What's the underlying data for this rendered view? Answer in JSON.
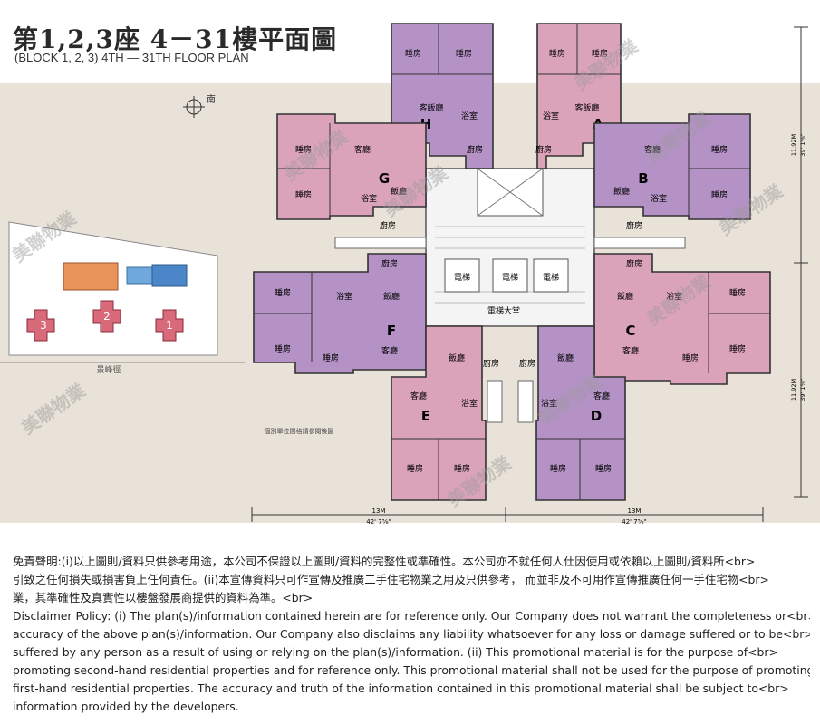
{
  "header": {
    "title": "第1,2,3座 4－31樓平面圖",
    "subtitle": "(BLOCK 1, 2, 3) 4TH — 31TH FLOOR PLAN"
  },
  "site": {
    "north_label": "南",
    "road_label": "景峰徑",
    "block_numbers": [
      "3",
      "2",
      "1"
    ]
  },
  "units": {
    "A": "A",
    "B": "B",
    "C": "C",
    "D": "D",
    "E": "E",
    "F": "F",
    "G": "G",
    "H": "H"
  },
  "rooms": {
    "bedroom": "睡房",
    "living_dining": "客飯廳",
    "living": "客廳",
    "dining": "飯廳",
    "bathroom": "浴室",
    "kitchen": "廚房",
    "lift": "電梯",
    "lift_lobby": "電梯大堂"
  },
  "notes": {
    "reference_note": "個別單位間格請參閱後圖"
  },
  "dimensions": {
    "width_left_m": "13M",
    "width_left_ft": "42' 7⅝\"",
    "width_right_m": "13M",
    "width_right_ft": "42' 7⅝\"",
    "height_top_m": "11.92M",
    "height_top_ft": "39' 1⅜\"",
    "height_bottom_m": "11.92M",
    "height_bottom_ft": "39' 1⅜\""
  },
  "watermark": "美聯物業",
  "colors": {
    "pink": "#dba3b9",
    "purple": "#b592c6",
    "site_band": "#e8e1d7",
    "core": "#f4f4f4"
  },
  "disclaimer": {
    "lines": [
      "免責聲明:(i)以上圖則/資料只供參考用途，本公司不保證以上圖則/資料的完整性或準確性。本公司亦不就任何人仕因使用或依賴以上圖則/資料所<br>",
      "引致之任何損失或損害負上任何責任。(ii)本宣傳資料只可作宣傳及推廣二手住宅物業之用及只供參考， 而並非及不可用作宣傳推廣任何一手住宅物<br>",
      "業，其準確性及真實性以樓盤發展商提供的資料為準。<br>",
      "Disclaimer Policy: (i) The plan(s)/information contained herein are for reference only. Our Company does not warrant the completeness or<br>",
      "accuracy of the above plan(s)/information. Our Company also disclaims any liability whatsoever for any loss or damage suffered or to be<br>",
      "suffered by any person as a result of using or relying on the plan(s)/information. (ii) This promotional material is for the purpose of<br>",
      "promoting second-hand residential properties and for reference only. This promotional material shall not be used for the purpose of promoting<br>",
      "first-hand residential properties. The accuracy and truth of the information contained in this promotional material shall be subject to<br>",
      "information provided by the developers."
    ]
  }
}
